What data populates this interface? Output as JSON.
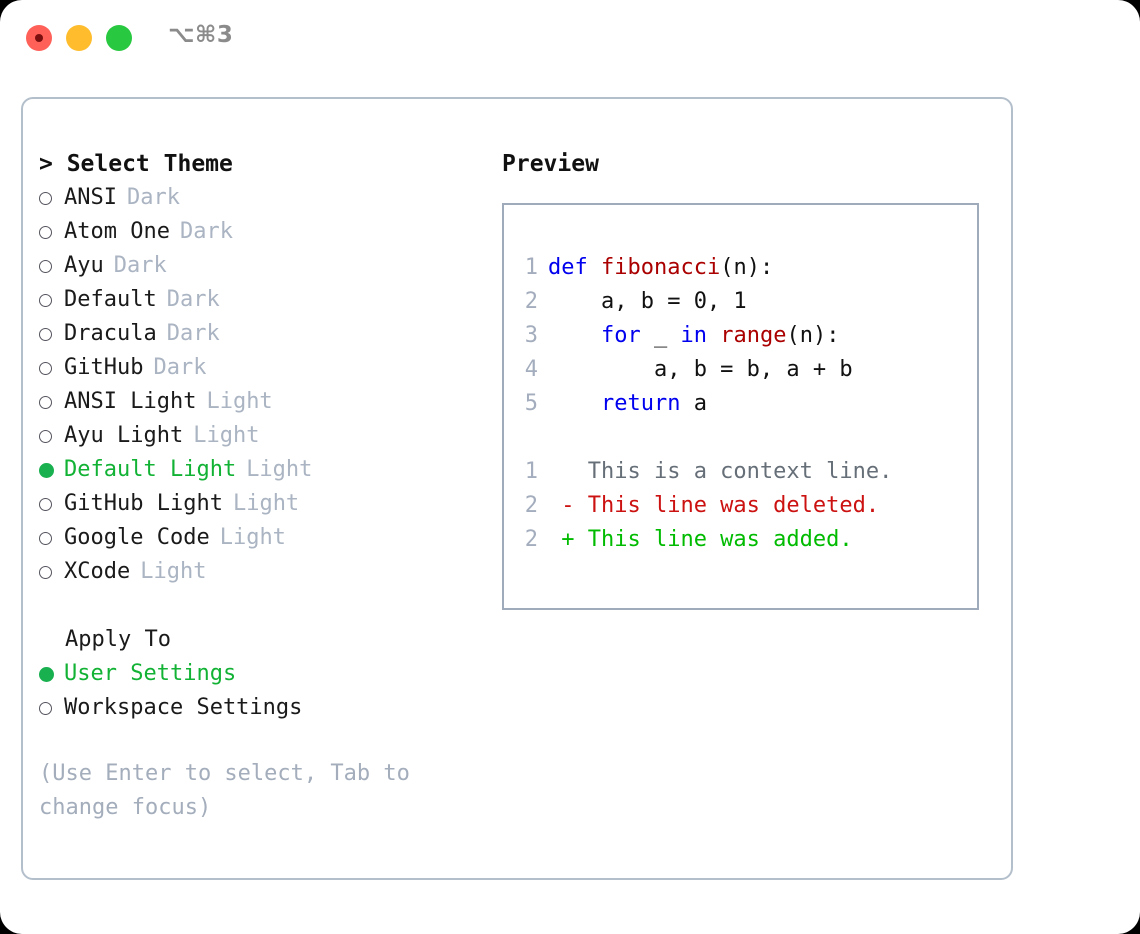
{
  "window": {
    "shortcut_title": "⌥⌘3",
    "traffic_lights": [
      "close-button",
      "minimize-button",
      "maximize-button"
    ]
  },
  "theme_list": {
    "header": "> Select Theme",
    "items": [
      {
        "name": "ANSI",
        "variant": "Dark",
        "selected": false
      },
      {
        "name": "Atom One",
        "variant": "Dark",
        "selected": false
      },
      {
        "name": "Ayu",
        "variant": "Dark",
        "selected": false
      },
      {
        "name": "Default",
        "variant": "Dark",
        "selected": false
      },
      {
        "name": "Dracula",
        "variant": "Dark",
        "selected": false
      },
      {
        "name": "GitHub",
        "variant": "Dark",
        "selected": false
      },
      {
        "name": "ANSI Light",
        "variant": "Light",
        "selected": false
      },
      {
        "name": "Ayu Light",
        "variant": "Light",
        "selected": false
      },
      {
        "name": "Default Light",
        "variant": "Light",
        "selected": true
      },
      {
        "name": "GitHub Light",
        "variant": "Light",
        "selected": false
      },
      {
        "name": "Google Code",
        "variant": "Light",
        "selected": false
      },
      {
        "name": "XCode",
        "variant": "Light",
        "selected": false
      }
    ]
  },
  "apply_to": {
    "label": "Apply To",
    "options": [
      {
        "name": "User Settings",
        "selected": true
      },
      {
        "name": "Workspace Settings",
        "selected": false
      }
    ]
  },
  "hint": "(Use Enter to select, Tab to change focus)",
  "preview": {
    "title": "Preview",
    "code_lines": [
      {
        "num": "1",
        "tokens": [
          {
            "t": "def",
            "c": "kw"
          },
          {
            "t": " ",
            "c": "pl"
          },
          {
            "t": "fibonacci",
            "c": "fn"
          },
          {
            "t": "(n):",
            "c": "pl"
          }
        ]
      },
      {
        "num": "2",
        "tokens": [
          {
            "t": "    a, b = 0, 1",
            "c": "pl"
          }
        ]
      },
      {
        "num": "3",
        "tokens": [
          {
            "t": "    ",
            "c": "pl"
          },
          {
            "t": "for",
            "c": "kw"
          },
          {
            "t": " _ ",
            "c": "pl"
          },
          {
            "t": "in",
            "c": "kw"
          },
          {
            "t": " ",
            "c": "pl"
          },
          {
            "t": "range",
            "c": "fn"
          },
          {
            "t": "(n):",
            "c": "pl"
          }
        ]
      },
      {
        "num": "4",
        "tokens": [
          {
            "t": "        a, b = b, a + b",
            "c": "pl"
          }
        ]
      },
      {
        "num": "5",
        "tokens": [
          {
            "t": "    ",
            "c": "pl"
          },
          {
            "t": "return",
            "c": "kw"
          },
          {
            "t": " a",
            "c": "pl"
          }
        ]
      }
    ],
    "diff_lines": [
      {
        "num": "1",
        "sign": " ",
        "text": "This is a context line.",
        "kind": "ctx"
      },
      {
        "num": "2",
        "sign": "-",
        "text": "This line was deleted.",
        "kind": "del"
      },
      {
        "num": "2",
        "sign": "+",
        "text": "This line was added.",
        "kind": "add"
      }
    ]
  },
  "colors": {
    "accent_green": "#12b235",
    "variant_gray": "#aab4c2",
    "keyword_blue": "#0000ee",
    "function_red": "#aa0000",
    "diff_deleted": "#cc1111",
    "diff_added": "#00bb00",
    "line_number": "#a3adbd",
    "border": "#b4bfcc"
  }
}
